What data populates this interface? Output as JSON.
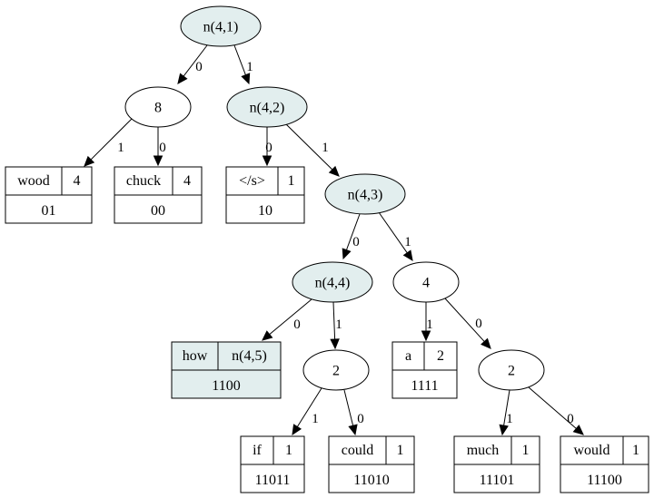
{
  "colors": {
    "highlight": "#e2eeee",
    "plain": "#ffffff",
    "stroke": "#000000"
  },
  "nodes": [
    {
      "id": "n41",
      "label": "n(4,1)",
      "highlight": true
    },
    {
      "id": "n8",
      "label": "8",
      "highlight": false
    },
    {
      "id": "n42",
      "label": "n(4,2)",
      "highlight": true
    },
    {
      "id": "n43",
      "label": "n(4,3)",
      "highlight": true
    },
    {
      "id": "n44",
      "label": "n(4,4)",
      "highlight": true
    },
    {
      "id": "n4",
      "label": "4",
      "highlight": false
    },
    {
      "id": "n2a",
      "label": "2",
      "highlight": false
    },
    {
      "id": "n2b",
      "label": "2",
      "highlight": false
    }
  ],
  "leaves": [
    {
      "id": "wood",
      "word": "wood",
      "count": "4",
      "code": "01",
      "highlight": false
    },
    {
      "id": "chuck",
      "word": "chuck",
      "count": "4",
      "code": "00",
      "highlight": false
    },
    {
      "id": "eos",
      "word": "</s>",
      "count": "1",
      "code": "10",
      "highlight": false
    },
    {
      "id": "how",
      "word": "how",
      "count": "n(4,5)",
      "code": "1100",
      "highlight": true
    },
    {
      "id": "a",
      "word": "a",
      "count": "2",
      "code": "1111",
      "highlight": false
    },
    {
      "id": "if",
      "word": "if",
      "count": "1",
      "code": "11011",
      "highlight": false
    },
    {
      "id": "could",
      "word": "could",
      "count": "1",
      "code": "11010",
      "highlight": false
    },
    {
      "id": "much",
      "word": "much",
      "count": "1",
      "code": "11101",
      "highlight": false
    },
    {
      "id": "would",
      "word": "would",
      "count": "1",
      "code": "11100",
      "highlight": false
    }
  ],
  "edges": [
    {
      "from": "n41",
      "to": "n8",
      "label": "0"
    },
    {
      "from": "n41",
      "to": "n42",
      "label": "1"
    },
    {
      "from": "n8",
      "to": "wood",
      "label": "1"
    },
    {
      "from": "n8",
      "to": "chuck",
      "label": "0"
    },
    {
      "from": "n42",
      "to": "eos",
      "label": "0"
    },
    {
      "from": "n42",
      "to": "n43",
      "label": "1"
    },
    {
      "from": "n43",
      "to": "n44",
      "label": "0"
    },
    {
      "from": "n43",
      "to": "n4",
      "label": "1"
    },
    {
      "from": "n44",
      "to": "how",
      "label": "0"
    },
    {
      "from": "n44",
      "to": "n2a",
      "label": "1"
    },
    {
      "from": "n4",
      "to": "a",
      "label": "1"
    },
    {
      "from": "n4",
      "to": "n2b",
      "label": "0"
    },
    {
      "from": "n2a",
      "to": "if",
      "label": "1"
    },
    {
      "from": "n2a",
      "to": "could",
      "label": "0"
    },
    {
      "from": "n2b",
      "to": "much",
      "label": "1"
    },
    {
      "from": "n2b",
      "to": "would",
      "label": "0"
    }
  ]
}
